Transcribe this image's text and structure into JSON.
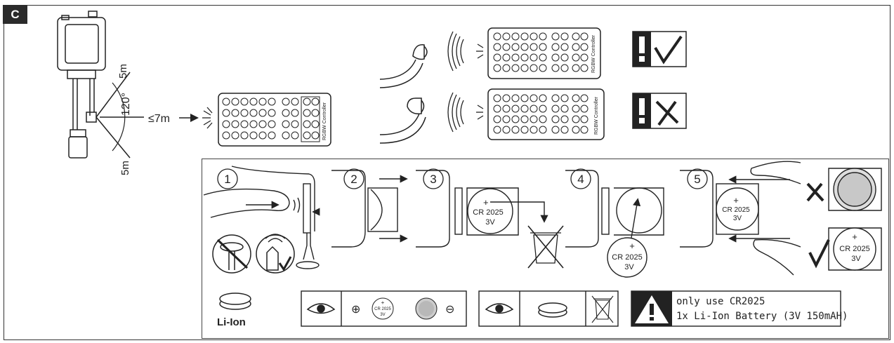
{
  "section_label": "C",
  "receiver": {
    "angle_label": "120°",
    "range_top_label": "5m",
    "range_bottom_label": "5m",
    "distance_label": "≤7m"
  },
  "remote": {
    "brand_text": "RGBW Controller"
  },
  "status_ok_icon": "exclamation-check-icon",
  "status_bad_icon": "exclamation-cross-icon",
  "steps": [
    "1",
    "2",
    "3",
    "4",
    "5"
  ],
  "battery": {
    "model": "CR 2025",
    "voltage": "3V",
    "plus": "+"
  },
  "liion_label": "Li-Ion",
  "polarity": {
    "plus": "⊕",
    "minus": "⊖"
  },
  "warning": {
    "line1": "only use CR2025",
    "line2": "1x Li-Ion Battery (3V 150mAH)"
  }
}
